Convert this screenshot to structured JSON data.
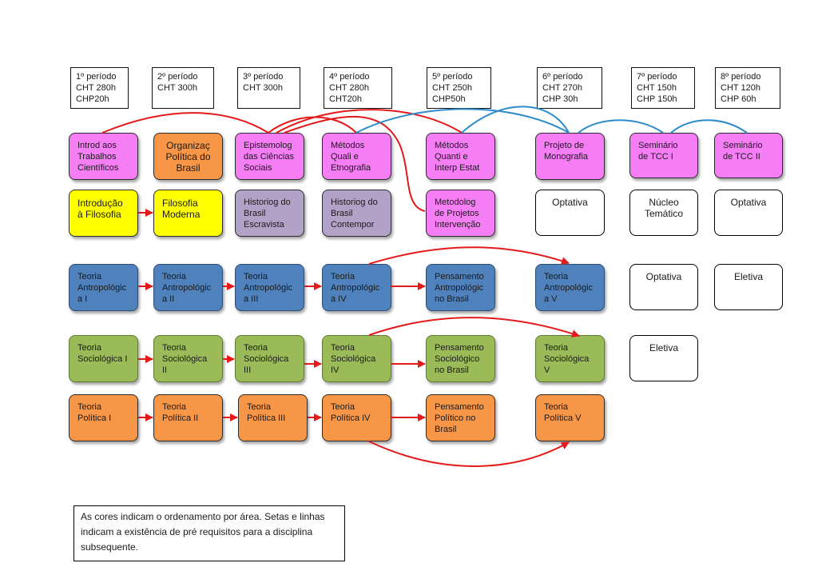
{
  "periods": [
    {
      "text": "1º período\nCHT 280h\nCHP20h"
    },
    {
      "text": "2º período\nCHT 300h"
    },
    {
      "text": "3º período\nCHT 300h"
    },
    {
      "text": "4º período\nCHT 280h\nCHT20h"
    },
    {
      "text": "5º período\nCHT 250h\nCHP50h"
    },
    {
      "text": "6º período\nCHT 270h\nCHP 30h"
    },
    {
      "text": "7º período\nCHT 150h\nCHP 150h"
    },
    {
      "text": "8º período\nCHT 120h\nCHP 60h"
    }
  ],
  "courses": {
    "introd_trabalhos": "Introd aos\nTrabalhos\nCientíficos",
    "organizac_politica": "Organizaç\nPolítica do\nBrasil",
    "epistemolog": "Epistemolog\ndas Ciências\nSociais",
    "metodos_quali": "Métodos\nQuali e\nEtnografia",
    "metodos_quanti": "Métodos\nQuanti e\nInterp Estat",
    "projeto_monografia": "Projeto de\nMonografia",
    "seminario_tcc1": "Seminário\nde TCC I",
    "seminario_tcc2": "Seminário\nde TCC II",
    "introducao_filosofia": "Introdução\nà Filosofia",
    "filosofia_moderna": "Filosofia\nModerna",
    "historiog_escravista": "Historiog do\nBrasil\nEscravista",
    "historiog_contempor": "Historiog do\nBrasil\nContempor",
    "metodolog_projetos": "Metodolog\nde Projetos\nIntervenção",
    "optativa_6": "Optativa",
    "nucleo_tematico": "Núcleo\nTemático",
    "optativa_8": "Optativa",
    "antrop_1": "Teoria\nAntropológic\na I",
    "antrop_2": "Teoria\nAntropológic\na II",
    "antrop_3": "Teoria\nAntropológic\na III",
    "antrop_4": "Teoria\nAntropológic\na IV",
    "pens_antrop": "Pensamento\nAntropológic\nno Brasil",
    "antrop_5": "Teoria\nAntropológic\na V",
    "optativa_7": "Optativa",
    "eletiva_8": "Eletiva",
    "socio_1": "Teoria\nSociológica I",
    "socio_2": "Teoria\nSociológica II",
    "socio_3": "Teoria\nSociológica\nIII",
    "socio_4": "Teoria\nSociológica\nIV",
    "pens_socio": "Pensamento\nSociológico\nno Brasil",
    "socio_5": "Teoria\nSociológica V",
    "eletiva_7": "Eletiva",
    "pol_1": "Teoria\nPolítica I",
    "pol_2": "Teoria\nPolítica II",
    "pol_3": "Teoria\nPolítica III",
    "pol_4": "Teoria\nPolítica IV",
    "pens_pol": "Pensamento\nPolítico no\nBrasil",
    "pol_5": "Teoria\nPolítica V"
  },
  "note": "As cores indicam o ordenamento por área. Setas e linhas indicam a existência de pré requisitos para a disciplina subsequente.",
  "colors": {
    "pink": "#f57ef5",
    "orange": "#f79646",
    "yellow": "#ffff00",
    "purple": "#b3a2c7",
    "blue": "#4f81bd",
    "green": "#9bbb59",
    "red_link": "#e41a1a",
    "blue_link": "#2e8bc9"
  }
}
